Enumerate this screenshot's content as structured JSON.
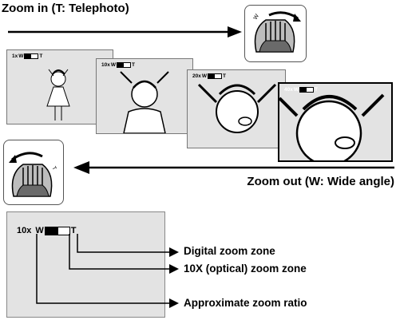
{
  "zoom_in": {
    "label": "Zoom in (T: Telephoto)"
  },
  "zoom_out": {
    "label": "Zoom out (W: Wide angle)"
  },
  "frames": [
    {
      "ratio": "1x",
      "w": "W",
      "t": "T"
    },
    {
      "ratio": "10x",
      "w": "W",
      "t": "T"
    },
    {
      "ratio": "20x",
      "w": "W",
      "t": "T"
    },
    {
      "ratio": "40x",
      "w": "W",
      "t": "T"
    }
  ],
  "detail": {
    "ratio": "10x",
    "w": "W",
    "t": "T",
    "callouts": {
      "digital": "Digital zoom zone",
      "optical": "10X (optical) zoom zone",
      "ratio": "Approximate zoom ratio"
    }
  },
  "lever_marks": {
    "w": "W",
    "t": "T"
  }
}
